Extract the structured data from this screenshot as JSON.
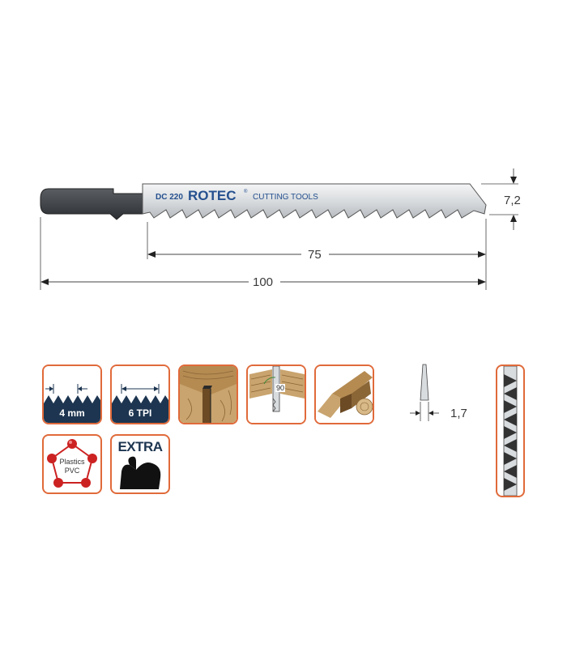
{
  "blade": {
    "model": "DC 220",
    "brand": "ROTEC",
    "brand_suffix": "CUTTING TOOLS",
    "registered_mark": "®"
  },
  "dimensions": {
    "blade_height": "7,2",
    "tooth_length": "75",
    "total_length": "100",
    "thickness": "1,7"
  },
  "tiles": {
    "tooth_pitch": "4 mm",
    "teeth_per_inch": "6 TPI",
    "angle": "90",
    "plastics_line1": "Plastics",
    "plastics_line2": "PVC",
    "extra": "EXTRA"
  },
  "colors": {
    "accent_border": "#e06a3a",
    "navy": "#1d3550",
    "blade_steel": "#d9dcdf",
    "shank": "#3c3f43",
    "brand_blue": "#25508f"
  }
}
